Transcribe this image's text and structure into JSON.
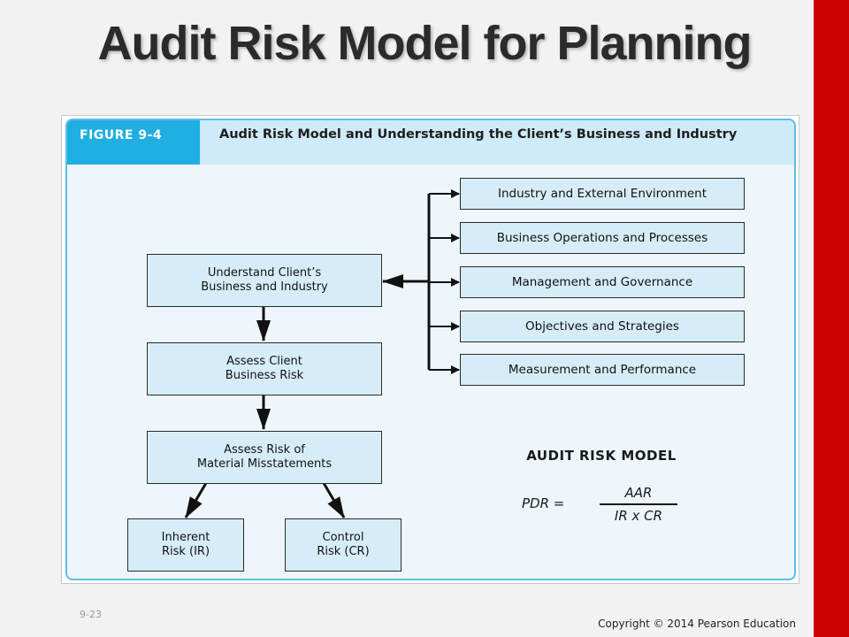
{
  "slide": {
    "title": "Audit Risk Model for Planning",
    "page_number": "9-23",
    "copyright": "Copyright © 2014 Pearson Education",
    "accent_color": "#cc0000"
  },
  "figure": {
    "tag": "FIGURE 9-4",
    "caption": "Audit Risk Model and Understanding the Client’s Business and Industry",
    "header_color": "#20aee3",
    "box_fill": "#d6edf8",
    "flow": {
      "understand": "Understand Client’s\nBusiness and Industry",
      "assess_business": "Assess Client\nBusiness Risk",
      "assess_material": "Assess Risk of\nMaterial Misstatements",
      "inherent": "Inherent\nRisk (IR)",
      "control": "Control\nRisk (CR)"
    },
    "factors": [
      "Industry and External Environment",
      "Business Operations and Processes",
      "Management and Governance",
      "Objectives and Strategies",
      "Measurement and Performance"
    ],
    "model": {
      "title": "AUDIT RISK MODEL",
      "lhs": "PDR  =",
      "numerator": "AAR",
      "denominator": "IR x CR"
    }
  }
}
